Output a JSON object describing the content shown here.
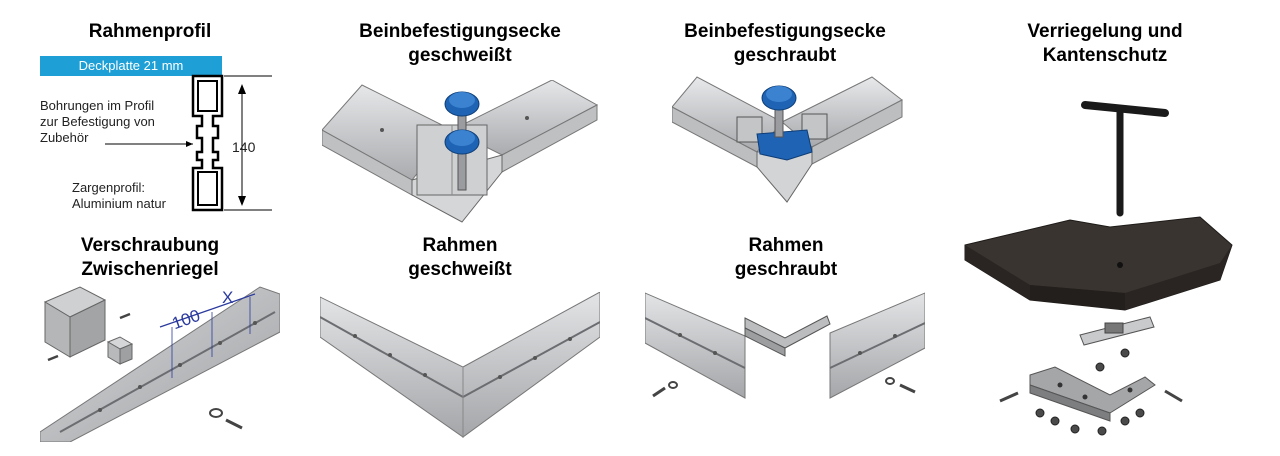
{
  "panels": {
    "rahmenprofil": {
      "title": "Rahmenprofil",
      "deckplatte": "Deckplatte 21 mm",
      "bohrungen": "Bohrungen im Profil\nzur Befestigung von\nZubehör",
      "zargenprofil": "Zargenprofil:\nAluminium natur",
      "dimension": "140"
    },
    "bein_geschweisst": {
      "title": "Beinbefestigungsecke\ngeschweißt"
    },
    "bein_geschraubt": {
      "title": "Beinbefestigungsecke\ngeschraubt"
    },
    "verriegelung": {
      "title": "Verriegelung und\nKantenschutz"
    },
    "verschraubung": {
      "title": "Verschraubung\nZwischenriegel",
      "dim_100": "100",
      "dim_x": "X"
    },
    "rahmen_geschweisst": {
      "title": "Rahmen\ngeschweißt"
    },
    "rahmen_geschraubt": {
      "title": "Rahmen\ngeschraubt"
    }
  },
  "colors": {
    "accent": "#1ea0d7",
    "aluminium": "#c8c9cb",
    "knob": "#1f63b5",
    "board": "#3a3430"
  }
}
